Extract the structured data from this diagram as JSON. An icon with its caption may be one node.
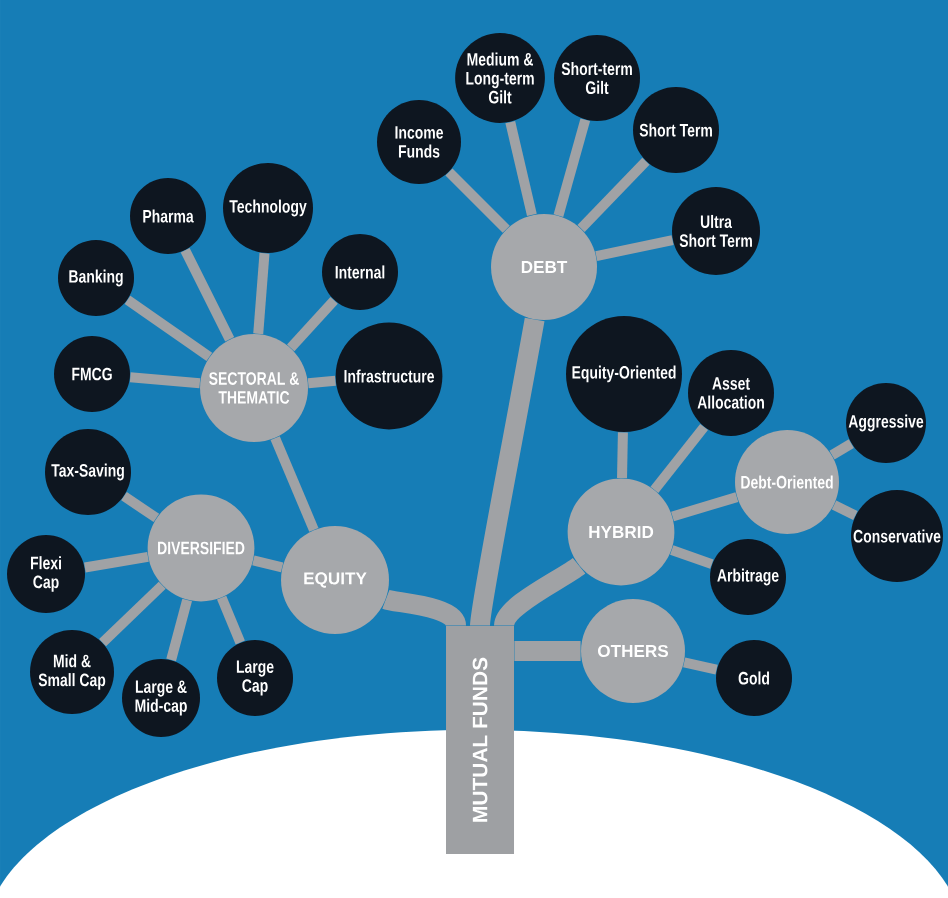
{
  "diagram": {
    "nodes": [
      {
        "text": [
          "MUTUAL FUNDS"
        ]
      },
      {
        "text": [
          "EQUITY"
        ]
      },
      {
        "text": [
          "SECTORAL & THEMATIC"
        ]
      },
      {
        "text": [
          "Banking"
        ]
      },
      {
        "text": [
          "Pharma"
        ]
      },
      {
        "text": [
          "Technology"
        ]
      },
      {
        "text": [
          "Internal"
        ]
      },
      {
        "text": [
          "Infrastructure"
        ]
      },
      {
        "text": [
          "FMCG"
        ]
      },
      {
        "text": [
          "DIVERSIFIED"
        ]
      },
      {
        "text": [
          "Tax-Saving"
        ]
      },
      {
        "text": [
          "Flexi Cap"
        ]
      },
      {
        "text": [
          "Mid & Small Cap"
        ]
      },
      {
        "text": [
          "Large & Mid-cap"
        ]
      },
      {
        "text": [
          "Large Cap"
        ]
      },
      {
        "text": [
          "DEBT"
        ]
      },
      {
        "text": [
          "Income Funds"
        ]
      },
      {
        "text": [
          "Medium & Long-term Gilt"
        ]
      },
      {
        "text": [
          "Short-term Gilt"
        ]
      },
      {
        "text": [
          "Short Term"
        ]
      },
      {
        "text": [
          "Ultra Short Term"
        ]
      },
      {
        "text": [
          "HYBRID"
        ]
      },
      {
        "text": [
          "Equity-Oriented"
        ]
      },
      {
        "text": [
          "Asset Allocation"
        ]
      },
      {
        "text": [
          "Debt-Oriented"
        ]
      },
      {
        "text": [
          "Aggressive"
        ]
      },
      {
        "text": [
          "Conservative"
        ]
      },
      {
        "text": [
          "Arbitrage"
        ]
      },
      {
        "text": [
          "OTHERS"
        ]
      },
      {
        "text": [
          "Gold"
        ]
      }
    ],
    "edges": [
      {
        "from": 0,
        "to": 1,
        "arrow": "none",
        "style": "thick"
      },
      {
        "from": 1,
        "to": 2,
        "arrow": "none"
      },
      {
        "from": 2,
        "to": 3,
        "arrow": "none"
      },
      {
        "from": 2,
        "to": 4,
        "arrow": "none"
      },
      {
        "from": 2,
        "to": 5,
        "arrow": "none"
      },
      {
        "from": 2,
        "to": 6,
        "arrow": "none"
      },
      {
        "from": 2,
        "to": 7,
        "arrow": "none"
      },
      {
        "from": 2,
        "to": 8,
        "arrow": "none"
      },
      {
        "from": 1,
        "to": 9,
        "arrow": "none"
      },
      {
        "from": 9,
        "to": 10,
        "arrow": "none"
      },
      {
        "from": 9,
        "to": 11,
        "arrow": "none"
      },
      {
        "from": 9,
        "to": 12,
        "arrow": "none"
      },
      {
        "from": 9,
        "to": 13,
        "arrow": "none"
      },
      {
        "from": 9,
        "to": 14,
        "arrow": "none"
      },
      {
        "from": 0,
        "to": 15,
        "arrow": "none",
        "style": "thick"
      },
      {
        "from": 15,
        "to": 16,
        "arrow": "none"
      },
      {
        "from": 15,
        "to": 17,
        "arrow": "none"
      },
      {
        "from": 15,
        "to": 18,
        "arrow": "none"
      },
      {
        "from": 15,
        "to": 19,
        "arrow": "none"
      },
      {
        "from": 15,
        "to": 20,
        "arrow": "none"
      },
      {
        "from": 0,
        "to": 21,
        "arrow": "none",
        "style": "thick"
      },
      {
        "from": 21,
        "to": 22,
        "arrow": "none"
      },
      {
        "from": 21,
        "to": 23,
        "arrow": "none"
      },
      {
        "from": 21,
        "to": 24,
        "arrow": "none"
      },
      {
        "from": 24,
        "to": 25,
        "arrow": "none"
      },
      {
        "from": 24,
        "to": 26,
        "arrow": "none"
      },
      {
        "from": 21,
        "to": 27,
        "arrow": "none"
      },
      {
        "from": 0,
        "to": 28,
        "arrow": "none",
        "style": "thick"
      },
      {
        "from": 28,
        "to": 29,
        "arrow": "none"
      }
    ]
  }
}
